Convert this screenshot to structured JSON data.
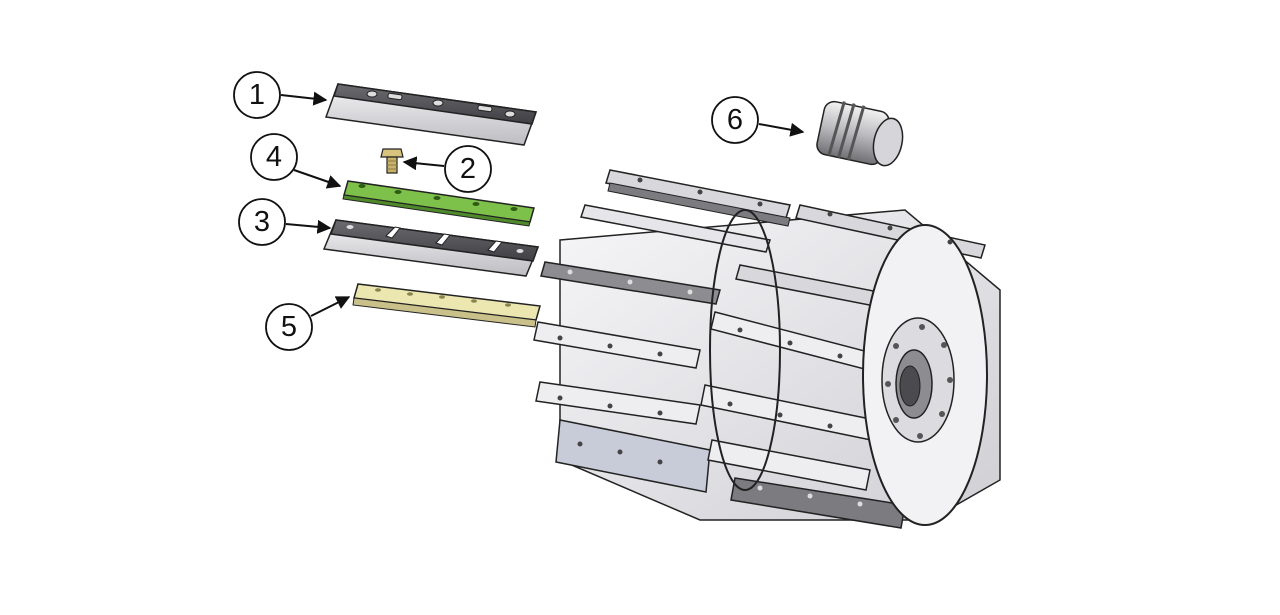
{
  "callouts": [
    {
      "number": "1",
      "part": "top-knife-blade"
    },
    {
      "number": "2",
      "part": "clamping-bolt"
    },
    {
      "number": "3",
      "part": "slotted-bottom-blade"
    },
    {
      "number": "4",
      "part": "green-clamp-bar"
    },
    {
      "number": "5",
      "part": "yellow-wear-bar"
    },
    {
      "number": "6",
      "part": "grooved-shaft-pin"
    }
  ],
  "colors": {
    "outline": "#222222",
    "steel_dark": "#5a5a5e",
    "steel_light": "#d9d9dc",
    "clamp_green": "#7dc04a",
    "wear_yellow": "#e8e2a8",
    "bolt_brass": "#c9b36a"
  }
}
